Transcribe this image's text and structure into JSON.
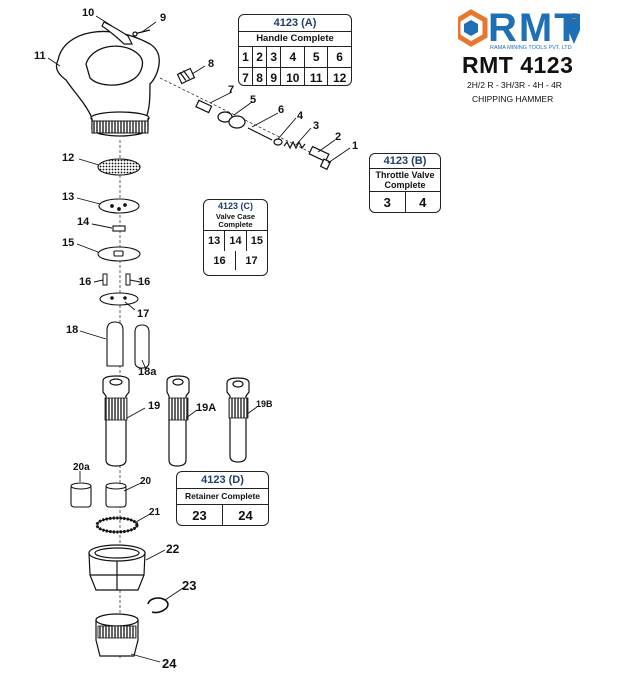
{
  "logo": {
    "letters": "RMT",
    "tagline": "RAMA MINING TOOLS PVT. LTD",
    "colors": {
      "orange": "#e8762d",
      "blue": "#1e6fb5"
    }
  },
  "header": {
    "model": "RMT 4123",
    "variants": "2H/2 R - 3H/3R - 4H - 4R",
    "type": "CHIPPING HAMMER"
  },
  "kits": {
    "a": {
      "code": "4123 (A)",
      "title": "Handle Complete",
      "row1": [
        "1",
        "2",
        "3",
        "4",
        "5",
        "6"
      ],
      "row2": [
        "7",
        "8",
        "9",
        "10",
        "11",
        "12"
      ]
    },
    "b": {
      "code": "4123 (B)",
      "title1": "Throttle Valve",
      "title2": "Complete",
      "row1": [
        "3",
        "4"
      ]
    },
    "c": {
      "code": "4123 (C)",
      "title1": "Valve Case",
      "title2": "Complete",
      "row1": [
        "13",
        "14",
        "15"
      ],
      "row2": [
        "16",
        "17"
      ]
    },
    "d": {
      "code": "4123 (D)",
      "title": "Retainer Complete",
      "row1": [
        "23",
        "24"
      ]
    }
  },
  "callouts": {
    "n10": "10",
    "n9": "9",
    "n11": "11",
    "n8": "8",
    "n7": "7",
    "n5": "5",
    "n6": "6",
    "n4": "4",
    "n3": "3",
    "n2": "2",
    "n1": "1",
    "n12": "12",
    "n13": "13",
    "n14": "14",
    "n15": "15",
    "n16a": "16",
    "n16b": "16",
    "n17": "17",
    "n18": "18",
    "n18a": "18a",
    "n19": "19",
    "n19A": "19A",
    "n19B": "19B",
    "n20a": "20a",
    "n20": "20",
    "n21": "21",
    "n22": "22",
    "n23": "23",
    "n24": "24"
  }
}
